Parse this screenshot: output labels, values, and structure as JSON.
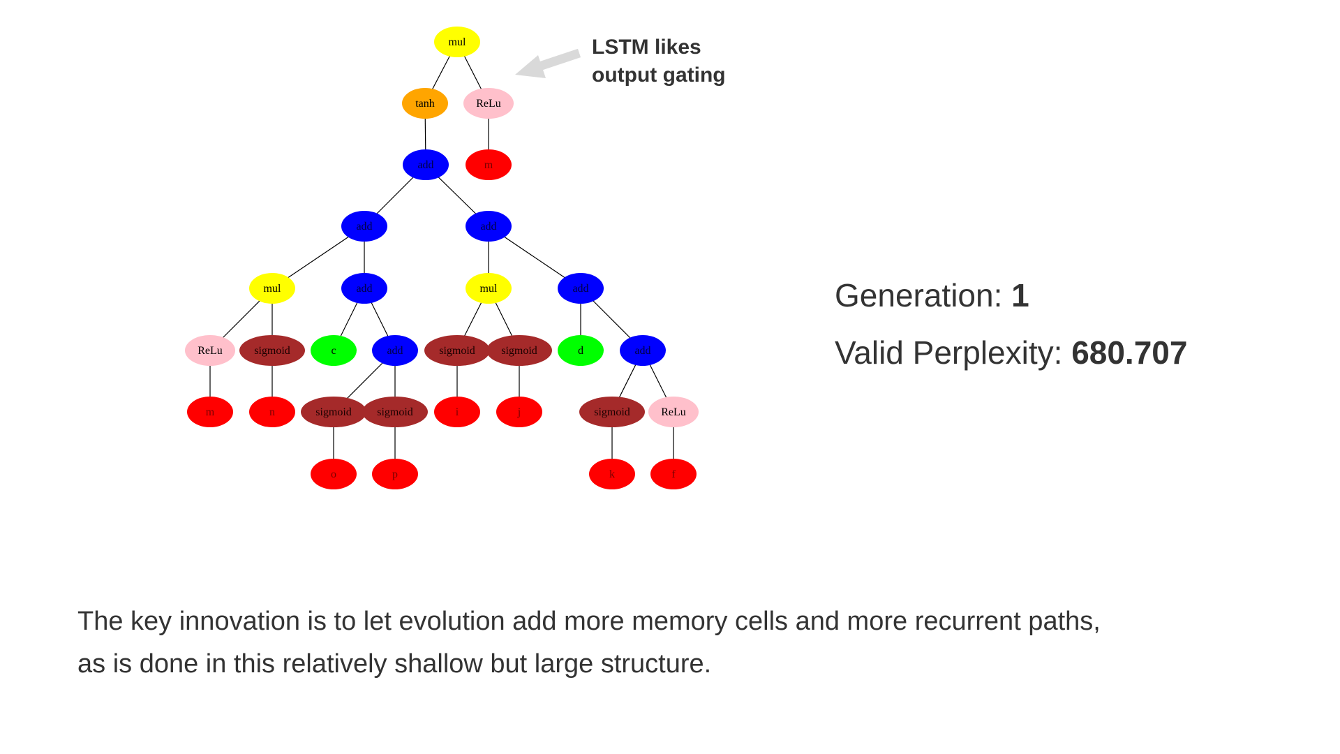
{
  "annotation": {
    "lines": [
      "LSTM likes",
      "output gating"
    ]
  },
  "stats": {
    "generation_label": "Generation: ",
    "generation_value": "1",
    "perplexity_label": "Valid Perplexity: ",
    "perplexity_value": "680.707"
  },
  "caption": {
    "lines": [
      "The key innovation is to let evolution add more memory cells and more recurrent paths,",
      "as is done in this relatively shallow but large structure."
    ]
  },
  "colors": {
    "mul": "#ffff00",
    "tanh": "#ffa500",
    "relu": "#ffc0cb",
    "add": "#0000ff",
    "sigmoid": "#a52a2a",
    "input_red": "#ff0000",
    "input_green": "#00ff00",
    "edge": "#000000",
    "arrow": "#d9d9d9"
  },
  "tree": {
    "nodes": [
      {
        "id": "n1",
        "label": "mul",
        "kind": "mul"
      },
      {
        "id": "n2",
        "label": "tanh",
        "kind": "tanh"
      },
      {
        "id": "n3",
        "label": "ReLu",
        "kind": "relu"
      },
      {
        "id": "n4",
        "label": "add",
        "kind": "add"
      },
      {
        "id": "n5",
        "label": "m",
        "kind": "input_red"
      },
      {
        "id": "n6",
        "label": "add",
        "kind": "add"
      },
      {
        "id": "n7",
        "label": "add",
        "kind": "add"
      },
      {
        "id": "n8",
        "label": "mul",
        "kind": "mul"
      },
      {
        "id": "n9",
        "label": "add",
        "kind": "add"
      },
      {
        "id": "n10",
        "label": "mul",
        "kind": "mul"
      },
      {
        "id": "n11",
        "label": "add",
        "kind": "add"
      },
      {
        "id": "n12",
        "label": "ReLu",
        "kind": "relu"
      },
      {
        "id": "n13",
        "label": "sigmoid",
        "kind": "sigmoid"
      },
      {
        "id": "n14",
        "label": "c",
        "kind": "input_green"
      },
      {
        "id": "n15",
        "label": "add",
        "kind": "add"
      },
      {
        "id": "n16",
        "label": "sigmoid",
        "kind": "sigmoid"
      },
      {
        "id": "n17",
        "label": "sigmoid",
        "kind": "sigmoid"
      },
      {
        "id": "n18",
        "label": "d",
        "kind": "input_green"
      },
      {
        "id": "n19",
        "label": "add",
        "kind": "add"
      },
      {
        "id": "n20",
        "label": "m",
        "kind": "input_red"
      },
      {
        "id": "n21",
        "label": "n",
        "kind": "input_red"
      },
      {
        "id": "n22",
        "label": "sigmoid",
        "kind": "sigmoid"
      },
      {
        "id": "n23",
        "label": "sigmoid",
        "kind": "sigmoid"
      },
      {
        "id": "n24",
        "label": "i",
        "kind": "input_red"
      },
      {
        "id": "n25",
        "label": "j",
        "kind": "input_red"
      },
      {
        "id": "n26",
        "label": "sigmoid",
        "kind": "sigmoid"
      },
      {
        "id": "n27",
        "label": "ReLu",
        "kind": "relu"
      },
      {
        "id": "n28",
        "label": "o",
        "kind": "input_red"
      },
      {
        "id": "n29",
        "label": "p",
        "kind": "input_red"
      },
      {
        "id": "n30",
        "label": "k",
        "kind": "input_red"
      },
      {
        "id": "n31",
        "label": "f",
        "kind": "input_red"
      }
    ],
    "edges": [
      [
        "n1",
        "n2"
      ],
      [
        "n1",
        "n3"
      ],
      [
        "n2",
        "n4"
      ],
      [
        "n3",
        "n5"
      ],
      [
        "n4",
        "n6"
      ],
      [
        "n4",
        "n7"
      ],
      [
        "n6",
        "n8"
      ],
      [
        "n6",
        "n9"
      ],
      [
        "n7",
        "n10"
      ],
      [
        "n7",
        "n11"
      ],
      [
        "n8",
        "n12"
      ],
      [
        "n8",
        "n13"
      ],
      [
        "n9",
        "n14"
      ],
      [
        "n9",
        "n15"
      ],
      [
        "n10",
        "n16"
      ],
      [
        "n10",
        "n17"
      ],
      [
        "n11",
        "n18"
      ],
      [
        "n11",
        "n19"
      ],
      [
        "n12",
        "n20"
      ],
      [
        "n13",
        "n21"
      ],
      [
        "n15",
        "n22"
      ],
      [
        "n15",
        "n23"
      ],
      [
        "n16",
        "n24"
      ],
      [
        "n17",
        "n25"
      ],
      [
        "n19",
        "n26"
      ],
      [
        "n19",
        "n27"
      ],
      [
        "n22",
        "n28"
      ],
      [
        "n23",
        "n29"
      ],
      [
        "n26",
        "n30"
      ],
      [
        "n27",
        "n31"
      ]
    ]
  }
}
